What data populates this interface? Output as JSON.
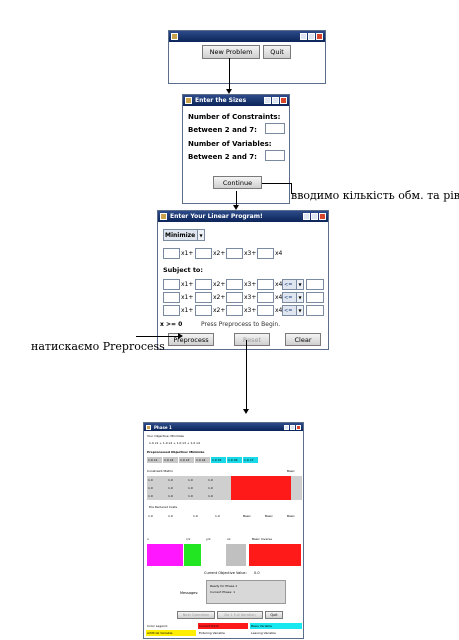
{
  "win1": {
    "new_problem": "New Problem",
    "quit": "Quit"
  },
  "win2": {
    "title": "Enter the Sizes",
    "constraints_label": "Number of Constraints:",
    "constraints_range": "Between 2 and 7:",
    "variables_label": "Number of Variables:",
    "variables_range": "Between 2 and 7:",
    "continue": "Continue"
  },
  "annotation_sizes": "вводимо кількість обм. та рівн.",
  "win3": {
    "title": "Enter Your Linear Program!",
    "objective": "Minimize",
    "obj_vars": [
      "x1+",
      "x2+",
      "x3+",
      "x4"
    ],
    "subject_to": "Subject to:",
    "row_vars": [
      "x1+",
      "x2+",
      "x3+",
      "x4"
    ],
    "relations": [
      "<=",
      "<=",
      "<="
    ],
    "nonneg": "x >= 0",
    "hint": "Press Preprocess to Begin.",
    "preprocess": "Preprocess",
    "reset": "Reset",
    "clear": "Clear"
  },
  "annotation_preprocess": "натискаємо Preprocess",
  "win4": {
    "title": "Phase 1",
    "objective_line": "Your Objective: Minimize",
    "objective_expr": "1.0 x1 + 1.0 x2 + 1.0 x3 + 1.0 x4",
    "preprocessed_label": "Preprocessed Objective: Minimize",
    "coeff_chips": [
      "1.0 x1",
      "1.0 x2",
      "1.0 x3",
      "1.0 x4",
      "1.0 x5",
      "1.0 x6",
      "1.0 x7"
    ],
    "constraint_matrix": "Constraint Matrix",
    "basic_col": "Basic",
    "matrix_rows": [
      [
        "1.0",
        "1.0",
        "1.0",
        "1.0"
      ],
      [
        "1.0",
        "1.0",
        "1.0",
        "1.0"
      ],
      [
        "1.0",
        "1.0",
        "1.0",
        "1.0"
      ]
    ],
    "reduced_costs": "the Reduced Costs",
    "reduced_values": [
      "1.0",
      "1.0",
      "1.0",
      "1.0",
      "Basic",
      "Basic",
      "Basic"
    ],
    "b_labels": [
      "x",
      "c/x",
      "y/x",
      "xx",
      "Basic  Inverse"
    ],
    "current_obj_label": "Current Objective Value:",
    "current_obj_value": "0.0",
    "messages_label": "Messages:",
    "message_lines": [
      "Ready for Phase 1",
      "Current Phase: 1"
    ],
    "next_button": "Next Operation",
    "solve_button": "Do 1 Full Iteration",
    "quit_button": "Quit",
    "legend": [
      {
        "label": "Color Legend:",
        "color": "#ffffff"
      },
      {
        "label": "Current Pivot",
        "color": "#ff0000"
      },
      {
        "label": "Basis Variable",
        "color": "#00ffff"
      },
      {
        "label": "Artificial Variable",
        "color": "#ffff00"
      },
      {
        "label": "Entering Variable",
        "color": "#ffffff"
      },
      {
        "label": "Leaving Variable",
        "color": "#ffffff"
      }
    ]
  }
}
